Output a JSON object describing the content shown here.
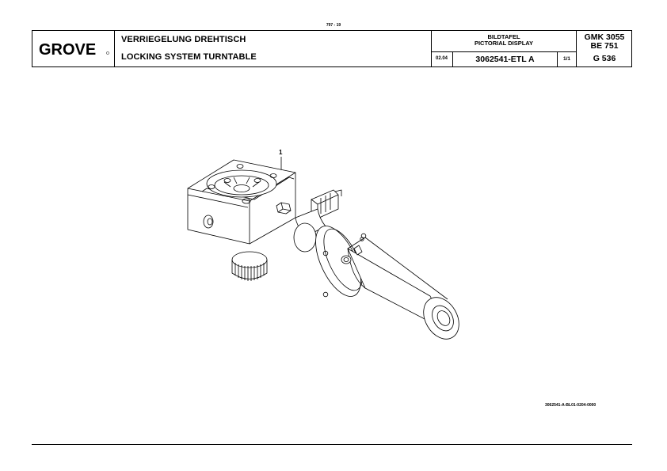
{
  "page_number": "797 - 19",
  "header": {
    "logo_text": "GROVE",
    "title_de": "VERRIEGELUNG DREHTISCH",
    "title_en": "LOCKING SYSTEM TURNTABLE",
    "bildtafel": "BILDTAFEL",
    "pictorial_display": "PICTORIAL DISPLAY",
    "date": "02.04",
    "part_number": "3062541-ETL A",
    "sheet": "1/1",
    "models": [
      "GMK 3055",
      "BE 751",
      "G 536"
    ]
  },
  "drawing": {
    "callout": "1",
    "reference": "3062541-A-BL01-0204-0000"
  }
}
